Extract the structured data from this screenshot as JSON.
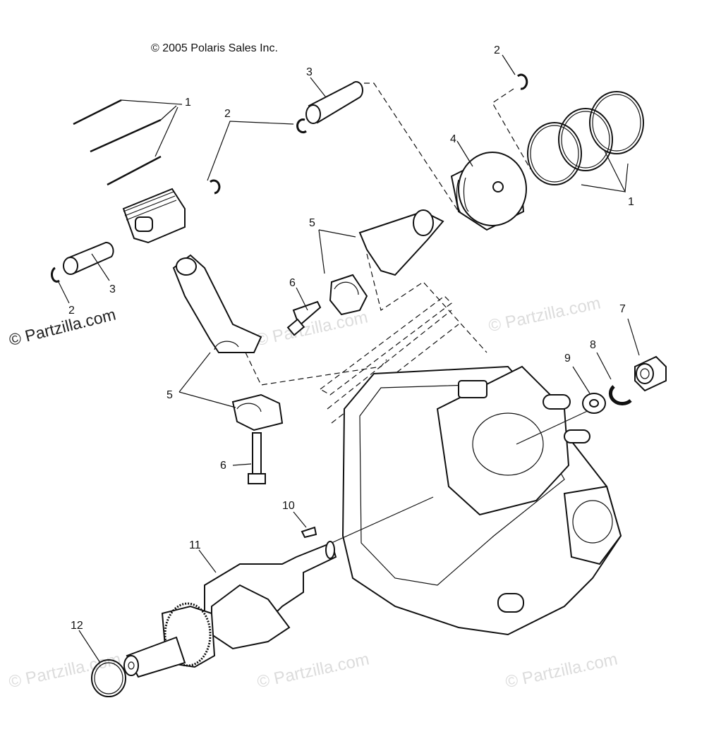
{
  "copyright": "© 2005 Polaris Sales Inc.",
  "watermarks": {
    "main": "© Partzilla.com",
    "faint_mid": "© Partzilla.com",
    "faint_right": "© Partzilla.com",
    "bottom_left": "© Partzilla.com",
    "bottom_mid": "© Partzilla.com",
    "bottom_right": "© Partzilla.com"
  },
  "callouts": {
    "c1_left": "1",
    "c1_right": "1",
    "c2_top_left": "2",
    "c2_top_right": "2",
    "c2_bottom_left": "2",
    "c3_left": "3",
    "c3_top": "3",
    "c4": "4",
    "c5_upper": "5",
    "c5_lower": "5",
    "c6_upper": "6",
    "c6_lower": "6",
    "c7": "7",
    "c8": "8",
    "c9": "9",
    "c10": "10",
    "c11": "11",
    "c12": "12"
  }
}
